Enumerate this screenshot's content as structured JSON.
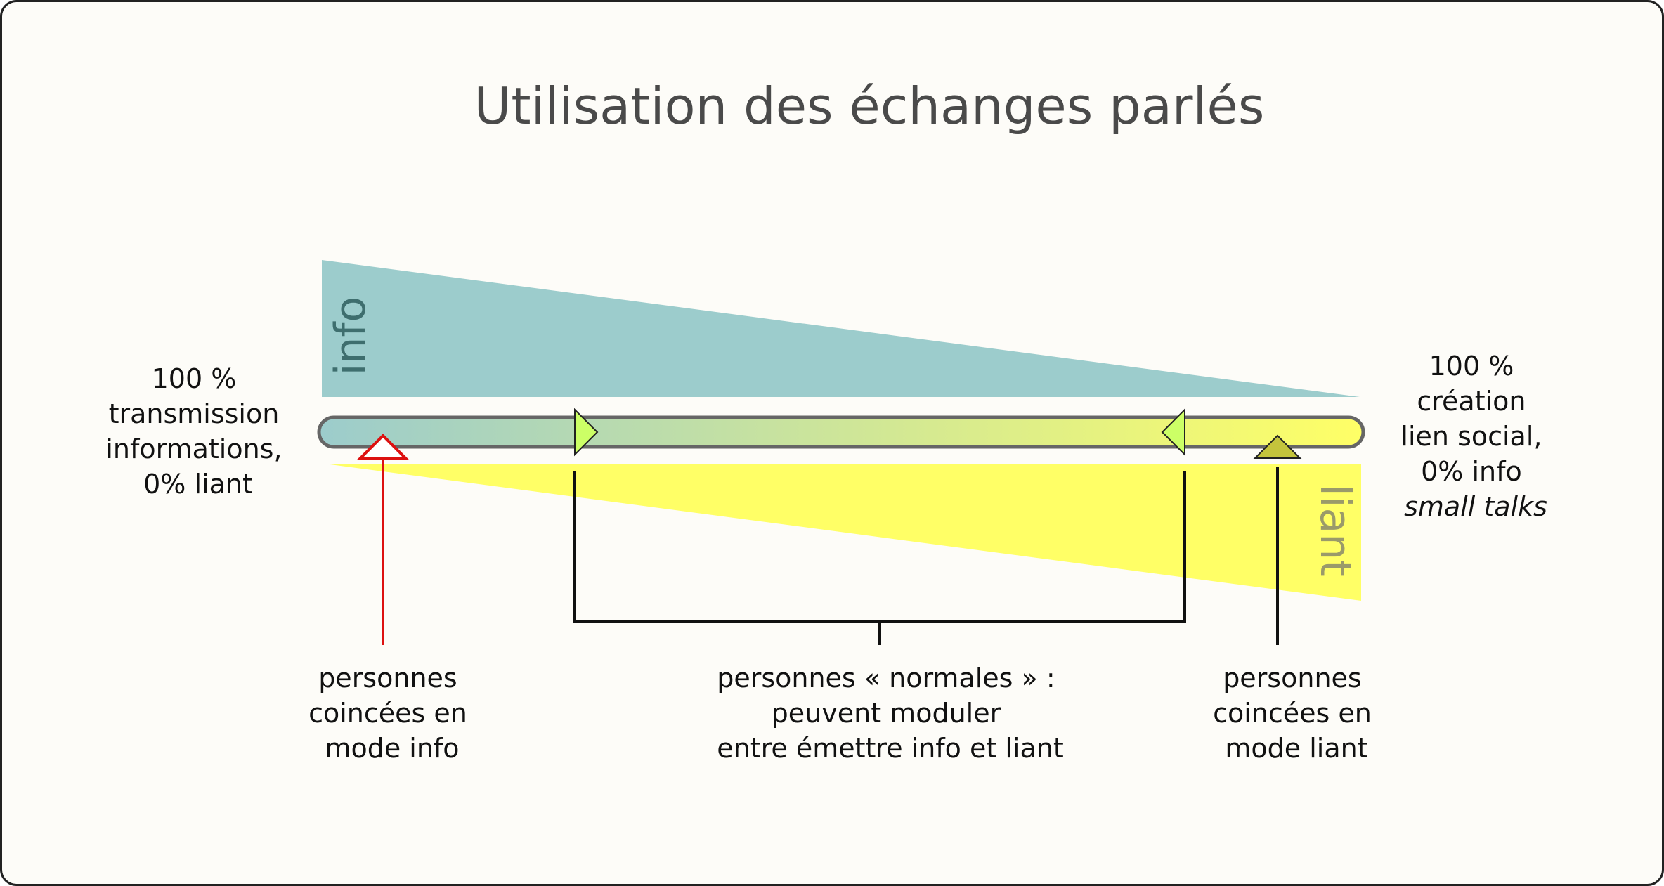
{
  "title": "Utilisation des échanges parlés",
  "band_labels": {
    "info": "info",
    "liant": "liant"
  },
  "left_caption": [
    "100 %",
    "transmission",
    "informations,",
    "0% liant"
  ],
  "right_caption": [
    "100 %",
    "création",
    "lien social,",
    "0% info",
    "small talks"
  ],
  "groups": {
    "info_mode": [
      "personnes",
      "coincées en",
      "mode info"
    ],
    "normal": [
      "personnes «  normales  » :",
      "peuvent moduler",
      "entre émettre info et liant"
    ],
    "liant_mode": [
      "personnes",
      "coincées en",
      "mode liant"
    ]
  },
  "colors": {
    "background": "#fdfcf8",
    "info_band": "#9ccccc",
    "liant_band": "#ffff66",
    "info_label": "#3e6e6e",
    "liant_label": "#9a9a6a",
    "bar_start": "#9ccccc",
    "bar_end": "#ffff66",
    "bar_stroke": "#666666",
    "red_marker": "#dd1111",
    "green_marker": "#ccff66",
    "olive_marker": "#c4c43c",
    "title": "#4a4a4a",
    "text": "#111111"
  }
}
